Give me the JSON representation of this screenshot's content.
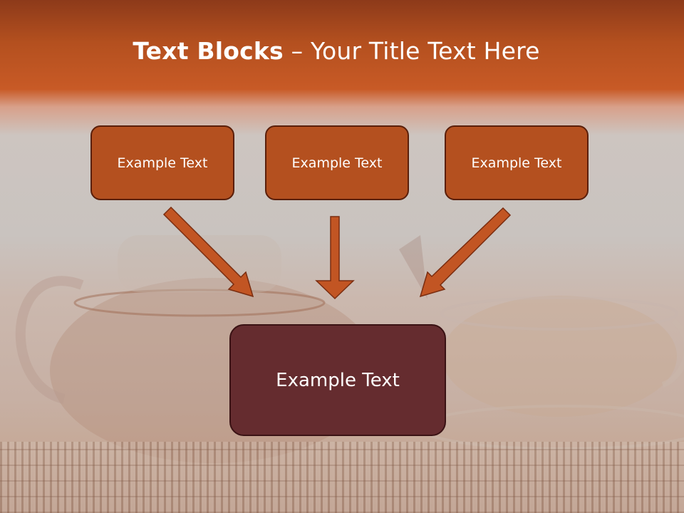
{
  "title": {
    "bold": "Text Blocks",
    "separator": " – ",
    "rest": "Your Title Text Here"
  },
  "boxes": {
    "left": "Example Text",
    "middle": "Example Text",
    "right": "Example Text",
    "bottom": "Example Text"
  },
  "colors": {
    "header": "#c85a26",
    "box_fill": "#b4501f",
    "box_border": "#5a1f0a",
    "bottom_fill": "#652c2f",
    "arrow": "#c25523"
  }
}
